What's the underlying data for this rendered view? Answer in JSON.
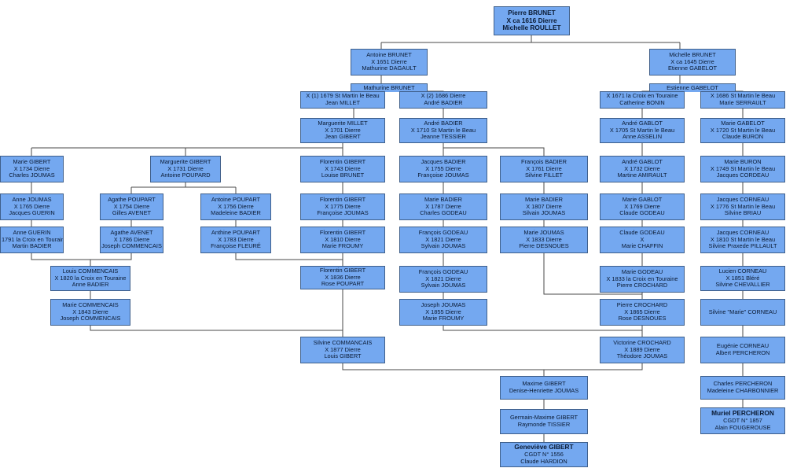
{
  "people": {
    "p_root": [
      "Pierre BRUNET",
      "X ca 1616 Dierre",
      "Michelle ROULLET"
    ],
    "antoine": [
      "Antoine BRUNET",
      "X 1651 Dierre",
      "Mathurine DAGAULT"
    ],
    "michelle": [
      "Michelle BRUNET",
      "X ca 1645 Dierre",
      "Etienne GABELOT"
    ],
    "mathurine_tab": [
      "Mathurine BRUNET"
    ],
    "m1": [
      "X (1) 1679 St Martin le Beau",
      "Jean MILLET"
    ],
    "m2": [
      "X (2) 1686 Dierre",
      "André BADIER"
    ],
    "etienne_tab": [
      "Estienne GABELOT"
    ],
    "eg1": [
      "X 1671 la Croix en Touraine",
      "Catherine BONIN"
    ],
    "eg2": [
      "X 1686 St Martin le Beau",
      "Marie SERRAULT"
    ],
    "marguerite_millet": [
      "Marguerite MILLET",
      "X 1701 Dierre",
      "Jean GIBERT"
    ],
    "andre_badier_1710": [
      "André BADIER",
      "X 1710 St Martin le Beau",
      "Jeanne TESSIER"
    ],
    "andre_gablot_1705": [
      "André GABLOT",
      "X 1705 St Martin le Beau",
      "Anne ASSELIN"
    ],
    "marie_gabelot": [
      "Marie GABELOT",
      "X 1720 St Martin le Beau",
      "Claude BURON"
    ],
    "marie_gibert": [
      "Marie GIBERT",
      "X 1734 Dierre",
      "Charles JOUMAS"
    ],
    "marguerite_gibert": [
      "Marguerite GIBERT",
      "X 1731 Dierre",
      "Antoine POUPARD"
    ],
    "florentin_1743": [
      "Florentin GIBERT",
      "X 1743 Dierre",
      "Louise BRUNET"
    ],
    "jacques_badier": [
      "Jacques BADIER",
      "X 1755 Dierre",
      "Françoise JOUMAS"
    ],
    "francois_badier": [
      "François BADIER",
      "X 1761 Dierre",
      "Silvine FILLET"
    ],
    "andre_gablot_1732": [
      "André GABLOT",
      "X 1732 Dierre",
      "Martine AMIRAULT"
    ],
    "marie_buron": [
      "Marie BURON",
      "X 1749 St Martin le Beau",
      "Jacques CORDEAU"
    ],
    "anne_joumas": [
      "Anne JOUMAS",
      "X 1765 Dierre",
      "Jacques GUERIN"
    ],
    "agathe_poupart": [
      "Agathe POUPART",
      "X 1754 Dierre",
      "Gilles AVENET"
    ],
    "antoine_poupart": [
      "Antoine POUPART",
      "X 1756 Dierre",
      "Madeleine BADIER"
    ],
    "florentin_1775": [
      "Florentin GIBERT",
      "X 1775 Dierre",
      "Françoise JOUMAS"
    ],
    "marie_badier_1787": [
      "Marie BADIER",
      "X 1787 Dierre",
      "Charles GODEAU"
    ],
    "marie_badier_1807": [
      "Marie BADIER",
      "X 1807 Dierre",
      "Silvain JOUMAS"
    ],
    "marie_gablot": [
      "Marie GABLOT",
      "X 1769 Dierre",
      "Claude GODEAU"
    ],
    "jacques_corneau_1776": [
      "Jacques CORNEAU",
      "X 1776 St Martin le Beau",
      "Silvine BRIAU"
    ],
    "anne_guerin": [
      "Anne GUERIN",
      "X 1791 la Croix en Touraine",
      "Martin BADIER"
    ],
    "agathe_avenet": [
      "Agathe AVENET",
      "X 1786 Dierre",
      "Joseph COMMENCAIS"
    ],
    "anthine_poupart": [
      "Anthine POUPART",
      "X 1783 Dierre",
      "Françoise FLEURÉ"
    ],
    "florentin_1810": [
      "Florentin GIBERT",
      "X 1810 Dierre",
      "Marie FROUMY"
    ],
    "francois_godeau_1821a": [
      "François GODEAU",
      "X 1821 Dierre",
      "Sylvain JOUMAS"
    ],
    "marie_joumas": [
      "Marie JOUMAS",
      "X 1833 Dierre",
      "Pierre DESNOUES"
    ],
    "claude_godeau": [
      "Claude GODEAU",
      "X",
      "Marie CHAFFIN"
    ],
    "jacques_corneau_praxede": [
      "Jacques CORNEAU",
      "X 1810 St Martin le Beau",
      "Silvine Praxede PILLAULT"
    ],
    "louis_commencais": [
      "Louis COMMENCAIS",
      "X 1820 la Croix en Touraine",
      "Anne BADIER"
    ],
    "florentin_1836": [
      "Florentin GIBERT",
      "X 1836 Dierre",
      "Rose POUPART"
    ],
    "francois_godeau_1821b": [
      "François GODEAU",
      "X 1821 Dierre",
      "Sylvain JOUMAS"
    ],
    "marie_godeau": [
      "Marie GODEAU",
      "X 1833 la Croix en Touraine",
      "Pierre CROCHARD"
    ],
    "lucien_corneau": [
      "Lucien CORNEAU",
      "X 1851 Bléré",
      "Silvine CHEVALLIER"
    ],
    "marie_commencais": [
      "Marie COMMENCAIS",
      "X 1843 Dierre",
      "Joseph COMMENCAIS"
    ],
    "joseph_joumas": [
      "Joseph JOUMAS",
      "X 1855 Dierre",
      "Marie FROUMY"
    ],
    "pierre_crochard": [
      "Pierre CROCHARD",
      "X 1865 Dierre",
      "Rose DESNOUES"
    ],
    "silvine_marie": [
      "Silvine \"Marie\" CORNEAU"
    ],
    "silvine_commencais": [
      "Silvine COMMANCAIS",
      "X 1877 Dierre",
      "Louis GIBERT"
    ],
    "victorine_crochard": [
      "Victorine CROCHARD",
      "X 1889 Dierre",
      "Théodore JOUMAS"
    ],
    "eugenie_corneau": [
      "Eugénie CORNEAU",
      "Albert PERCHERON"
    ],
    "maxime_gibert": [
      "Maxime GIBERT",
      "Denise-Henriette JOUMAS"
    ],
    "charles_percheron": [
      "Charles PERCHERON",
      "Madeleine CHARBONNIER"
    ],
    "germain_maxime": [
      "Germain-Maxime GIBERT",
      "Raymonde TISSIER"
    ],
    "muriel_percheron": [
      "Muriel PERCHERON",
      "CGDT N° 1857",
      "Alain FOUGEROUSE"
    ],
    "genevieve_gibert": [
      "Geneviève GIBERT",
      "CGDT N° 1556",
      "Claude HARDION"
    ]
  },
  "colors": {
    "box_fill": "#74a8f0",
    "box_border": "#3f5f8a",
    "line": "#4a4a4a",
    "text": "#0a1a33"
  }
}
